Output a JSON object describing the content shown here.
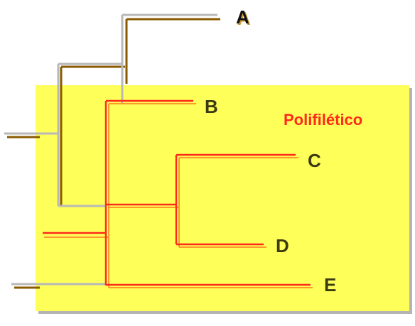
{
  "diagram": {
    "title": "Polifilético",
    "taxa": {
      "a": "A",
      "b": "B",
      "c": "C",
      "d": "D",
      "e": "E"
    },
    "colors": {
      "highlight_box": "#ffff5a",
      "polyphyletic_lines": "#ff2a1a",
      "other_lines_light": "#b8b8b8",
      "other_lines_dark": "#8a5a00",
      "label_text": "#3b3b12"
    }
  }
}
